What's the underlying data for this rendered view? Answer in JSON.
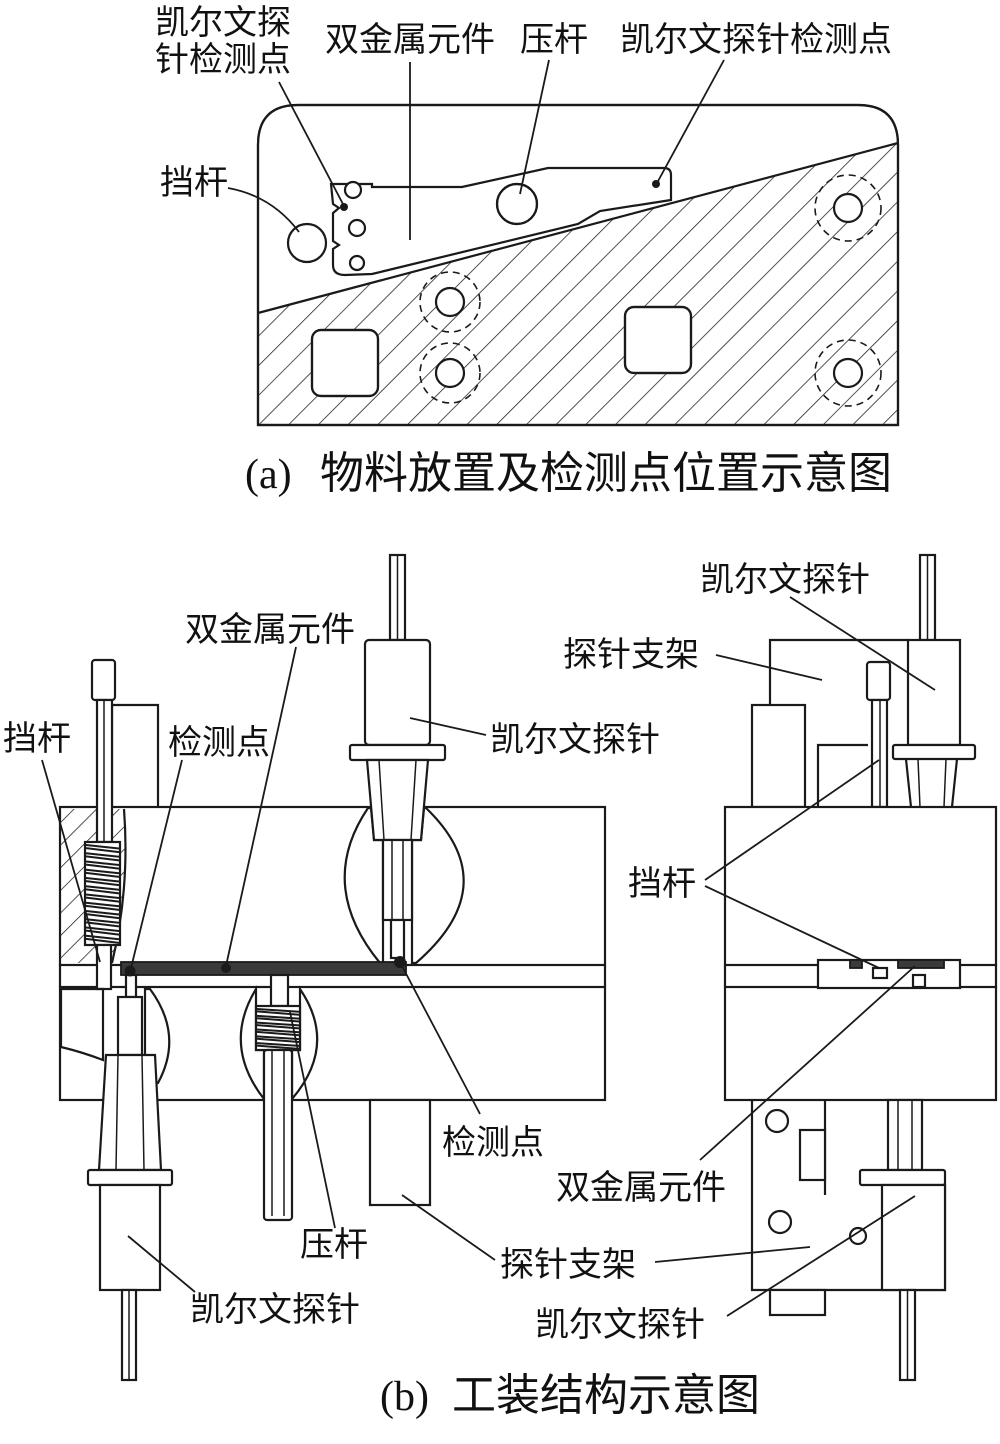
{
  "colors": {
    "ink": "#1a1a1a",
    "paper": "#ffffff",
    "bimetal": "#3a3a3a"
  },
  "panel_a": {
    "labels": {
      "kelvin_point_left_line1": "凯尔文探",
      "kelvin_point_left_line2": "针检测点",
      "bimetal": "双金属元件",
      "press_rod": "压杆",
      "kelvin_point_right": "凯尔文探针检测点",
      "stop_rod": "挡杆"
    },
    "caption_tag": "(a)",
    "caption": "物料放置及检测点位置示意图"
  },
  "panel_b": {
    "labels": {
      "bimetal_front": "双金属元件",
      "stop_rod_front": "挡杆",
      "detection_point_upper": "检测点",
      "kelvin_probe_upper": "凯尔文探针",
      "kelvin_probe_side_top": "凯尔文探针",
      "probe_holder_side_top": "探针支架",
      "stop_rod_side": "挡杆",
      "detection_point_lower": "检测点",
      "bimetal_side": "双金属元件",
      "press_rod": "压杆",
      "probe_holder_lower": "探针支架",
      "kelvin_probe_lower_left": "凯尔文探针",
      "kelvin_probe_lower_right": "凯尔文探针"
    },
    "caption_tag": "(b)",
    "caption": "工装结构示意图"
  }
}
